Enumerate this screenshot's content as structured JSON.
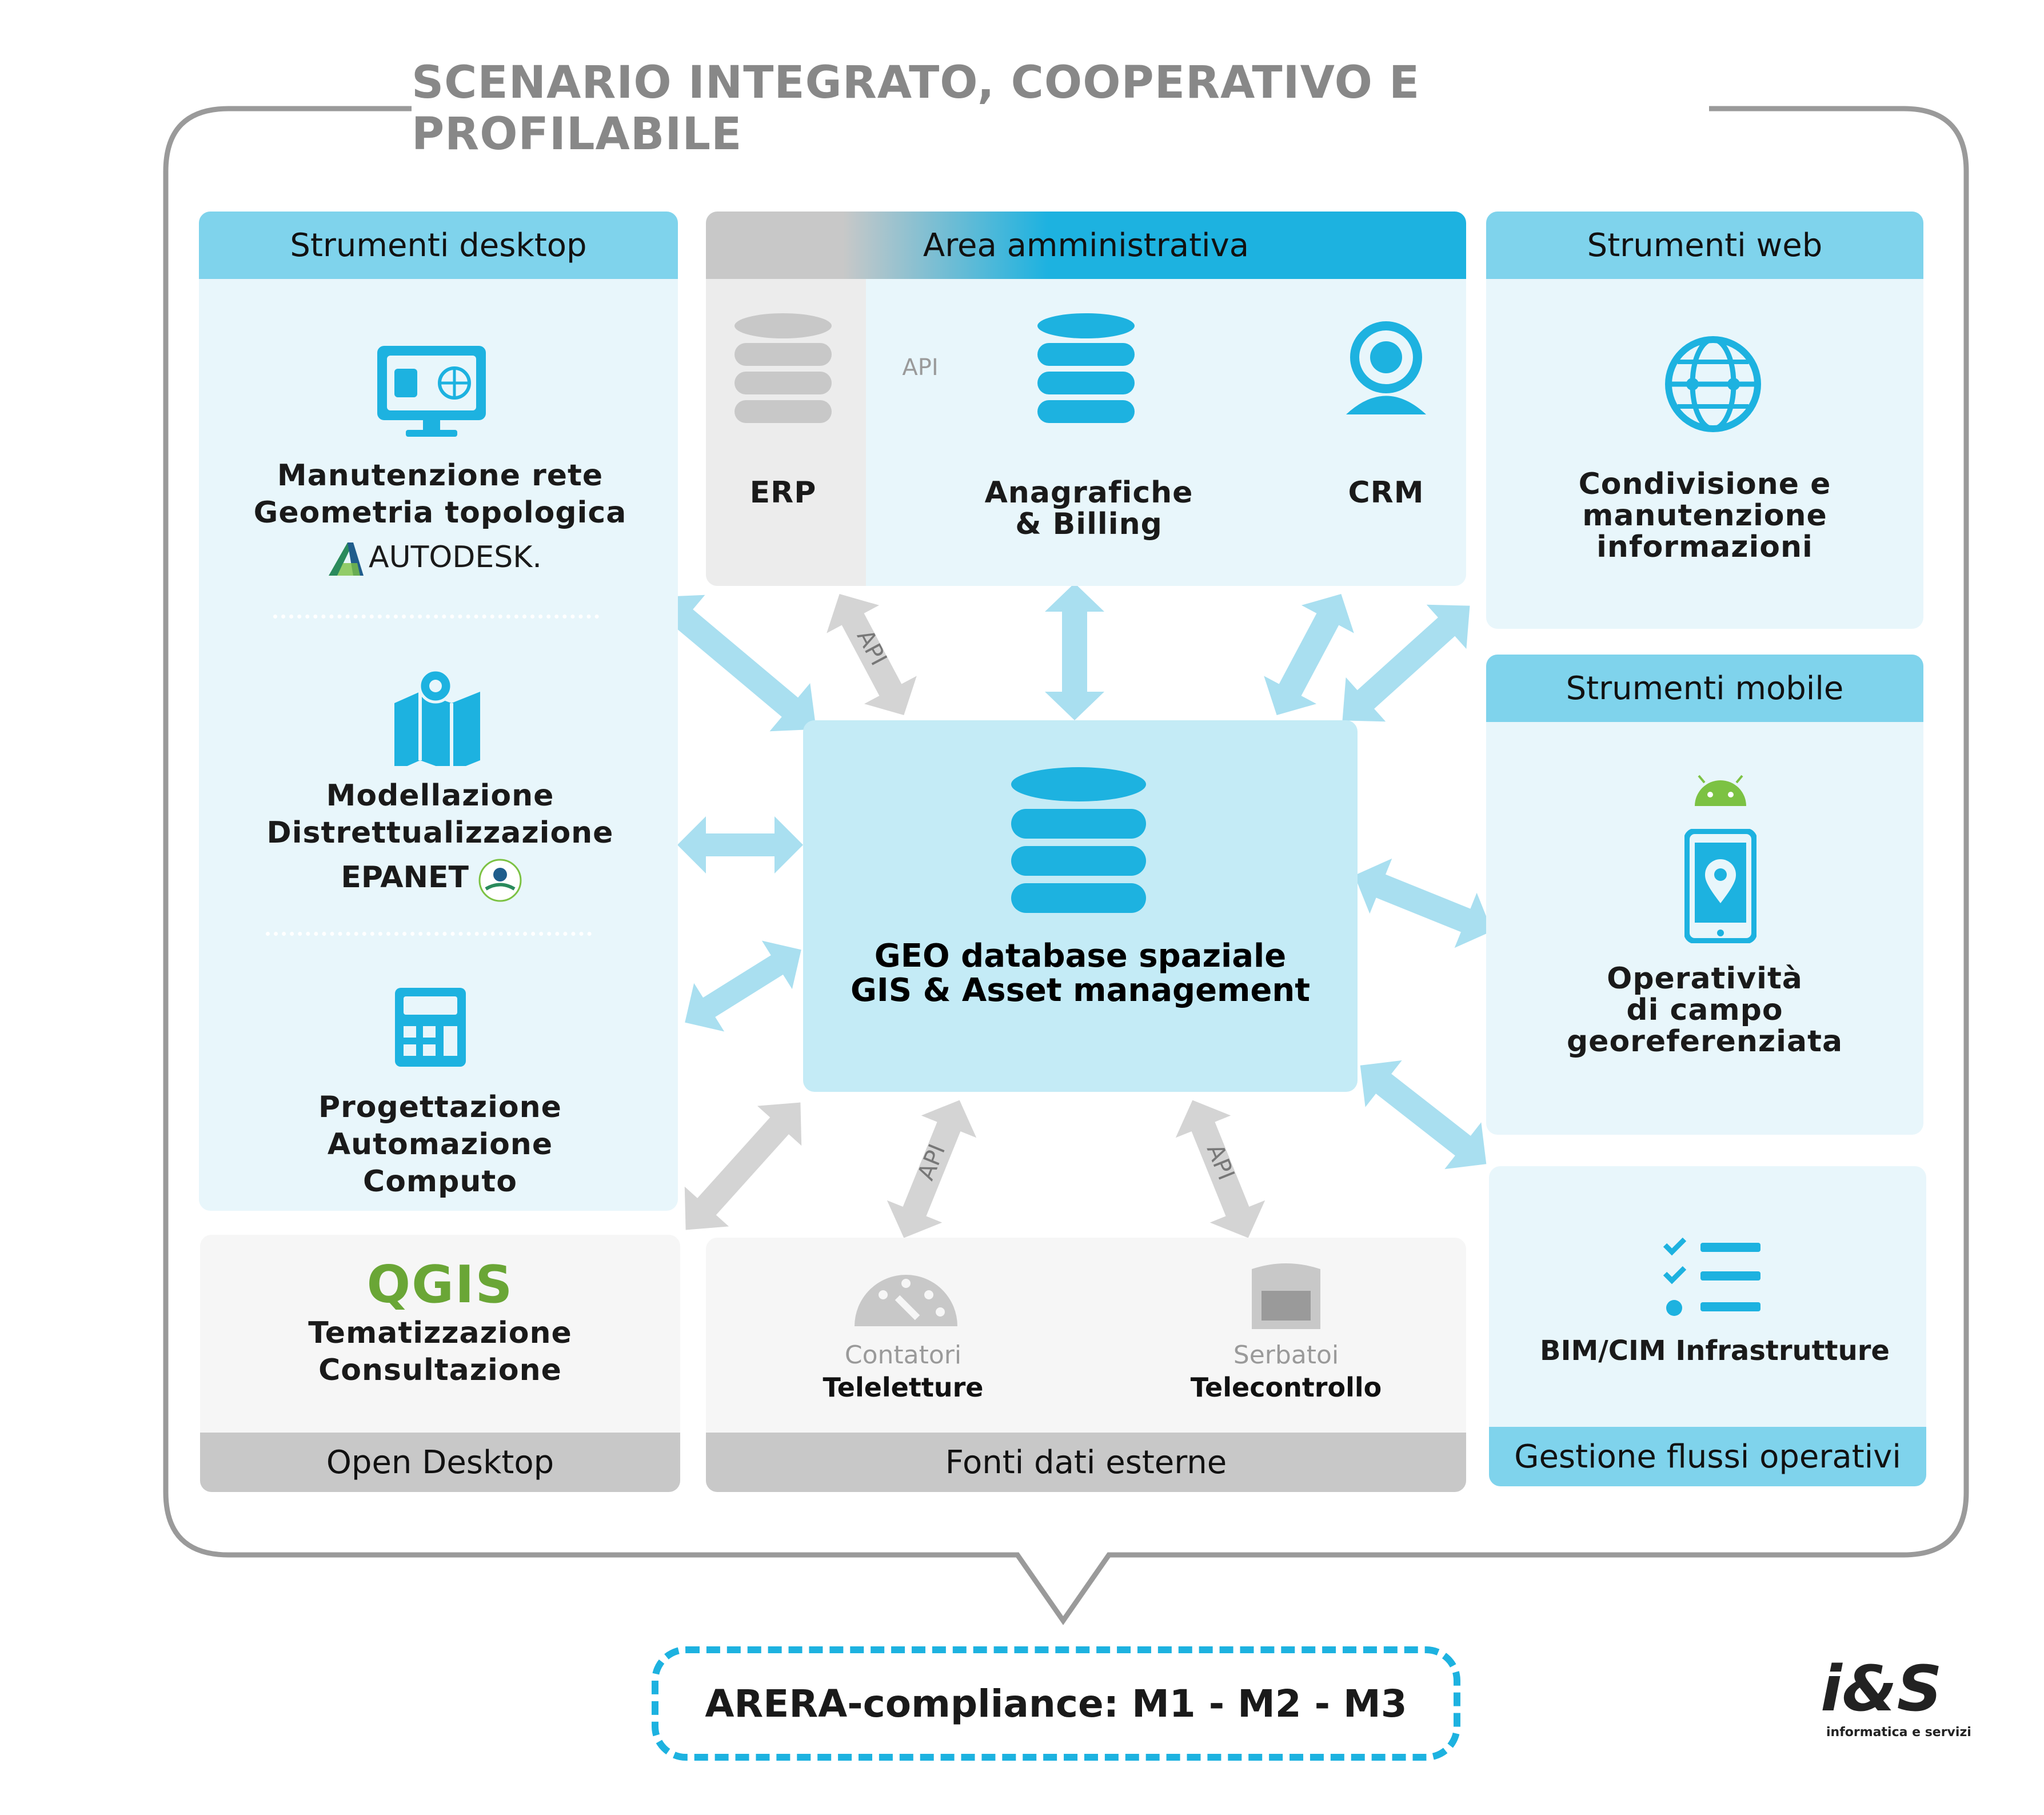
{
  "title": "SCENARIO INTEGRATO, COOPERATIVO E PROFILABILE",
  "compliance": "ARERA-compliance: M1 - M2 - M3",
  "logo": {
    "brand": "i&S",
    "tagline": "informatica e servizi"
  },
  "desktop": {
    "header": "Strumenti desktop",
    "items": [
      {
        "line1": "Manutenzione rete",
        "line2": "Geometria topologica",
        "vendor": "AUTODESK."
      },
      {
        "line1": "Modellazione",
        "line2": "Distrettualizzazione",
        "vendor": "EPANET"
      },
      {
        "line1": "Progettazione",
        "line2": "Automazione",
        "line3": "Computo"
      }
    ]
  },
  "open_desktop": {
    "brand": "QGIS",
    "line1": "Tematizzazione",
    "line2": "Consultazione",
    "footer": "Open Desktop"
  },
  "admin": {
    "header": "Area amministrativa",
    "api": "API",
    "erp": "ERP",
    "anag1": "Anagrafiche",
    "anag2": "& Billing",
    "crm": "CRM"
  },
  "web": {
    "header": "Strumenti web",
    "line1": "Condivisione e",
    "line2": "manutenzione",
    "line3": "informazioni"
  },
  "mobile": {
    "header": "Strumenti mobile",
    "line1": "Operatività",
    "line2": "di campo",
    "line3": "georeferenziata"
  },
  "workflow": {
    "label": "BIM/CIM Infrastrutture",
    "footer": "Gestione flussi operativi"
  },
  "external": {
    "footer": "Fonti dati esterne",
    "meters_top": "Contatori",
    "meters_bottom": "Teleletture",
    "tanks_top": "Serbatoi",
    "tanks_bottom": "Telecontrollo"
  },
  "center": {
    "line1": "GEO database spaziale",
    "line2": "GIS & Asset management"
  },
  "arrow_labels": {
    "api_top": "API",
    "api_bottom_left": "API",
    "api_bottom_right": "API"
  },
  "colors": {
    "accent": "#1db2e0",
    "header_blue": "#7fd3ec",
    "panel_bg": "#e8f6fb",
    "arrow": "#a9dff0",
    "grey_arrow": "#d4d4d4",
    "frame": "#9a9a9a"
  }
}
